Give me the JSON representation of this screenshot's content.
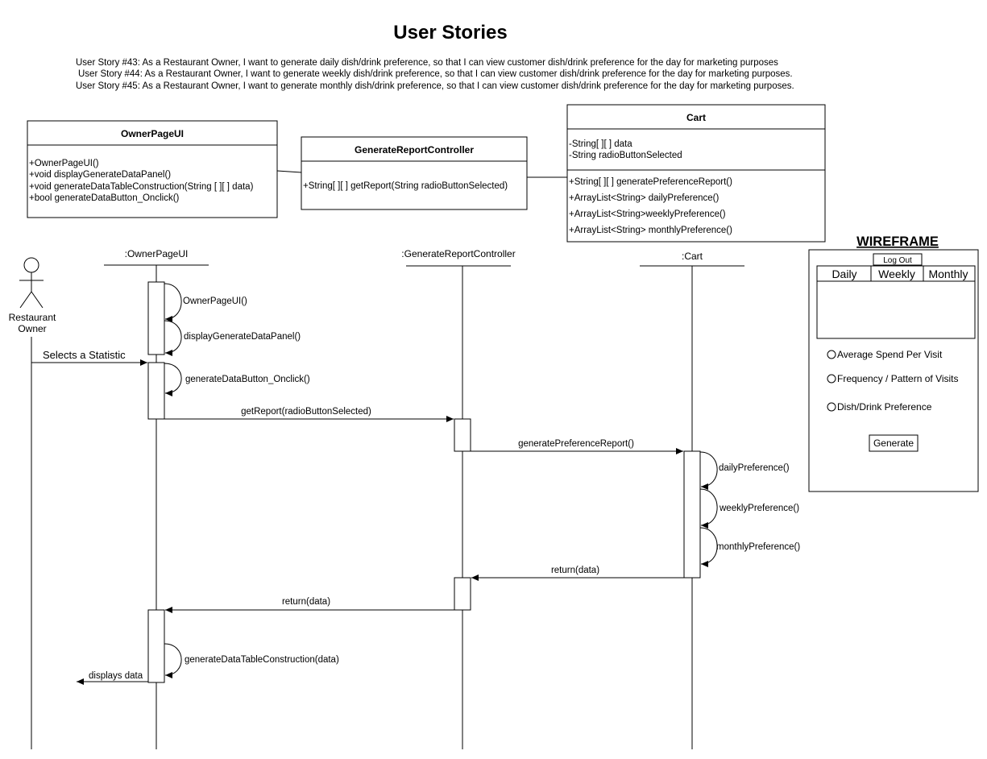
{
  "title": "User Stories",
  "stories": [
    "User Story #43: As a Restaurant Owner, I want to generate daily dish/drink preference, so that I can view customer dish/drink preference for the day for marketing purposes",
    "User Story #44: As a Restaurant Owner, I want to generate weekly dish/drink preference, so that I can view customer dish/drink preference for the day for marketing purposes.",
    "User Story #45: As a Restaurant Owner, I want to generate monthly dish/drink preference, so that I can view customer dish/drink preference for the day for marketing purposes."
  ],
  "classes": {
    "owner_ui": {
      "name": "OwnerPageUI",
      "methods": [
        "+OwnerPageUI()",
        "+void displayGenerateDataPanel()",
        "+void generateDataTableConstruction(String [ ][ ] data)",
        "+bool generateDataButton_Onclick()"
      ]
    },
    "controller": {
      "name": "GenerateReportController",
      "methods": [
        "+String[ ][ ] getReport(String radioButtonSelected)"
      ]
    },
    "cart": {
      "name": "Cart",
      "attributes": [
        "-String[ ][ ] data",
        "-String radioButtonSelected"
      ],
      "methods": [
        "+String[ ][ ] generatePreferenceReport()",
        "+ArrayList<String> dailyPreference()",
        "+ArrayList<String>weeklyPreference()",
        "+ArrayList<String> monthlyPreference()"
      ]
    }
  },
  "actor": {
    "line1": "Restaurant",
    "line2": "Owner"
  },
  "lifelines": {
    "owner_ui": ":OwnerPageUI",
    "controller": ":GenerateReportController",
    "cart": ":Cart"
  },
  "messages": {
    "m1": "Selects a Statistic",
    "m2": "OwnerPageUI()",
    "m3": "displayGenerateDataPanel()",
    "m4": "generateDataButton_Onclick()",
    "m5": "getReport(radioButtonSelected)",
    "m6": "generatePreferenceReport()",
    "m7": "dailyPreference()",
    "m8": "weeklyPreference()",
    "m9": "monthlyPreference()",
    "m10": "return(data)",
    "m11": "return(data)",
    "m12": "generateDataTableConstruction(data)",
    "m13": "displays data"
  },
  "wireframe": {
    "title": "WIREFRAME",
    "logout": "Log Out",
    "tabs": [
      "Daily",
      "Weekly",
      "Monthly"
    ],
    "options": [
      "Average Spend Per Visit",
      "Frequency / Pattern of Visits",
      "Dish/Drink Preference"
    ],
    "generate": "Generate"
  }
}
